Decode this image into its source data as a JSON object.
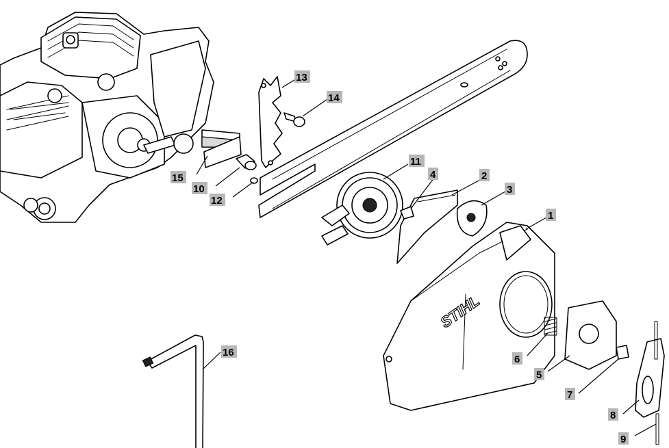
{
  "diagram": {
    "brand_logo": "STIHL",
    "callouts": [
      {
        "id": "c1",
        "label": "1"
      },
      {
        "id": "c2",
        "label": "2"
      },
      {
        "id": "c3",
        "label": "3"
      },
      {
        "id": "c4",
        "label": "4"
      },
      {
        "id": "c5",
        "label": "5"
      },
      {
        "id": "c6",
        "label": "6"
      },
      {
        "id": "c7",
        "label": "7"
      },
      {
        "id": "c8",
        "label": "8"
      },
      {
        "id": "c9",
        "label": "9"
      },
      {
        "id": "c10",
        "label": "10"
      },
      {
        "id": "c11",
        "label": "11"
      },
      {
        "id": "c12",
        "label": "12"
      },
      {
        "id": "c13",
        "label": "13"
      },
      {
        "id": "c14",
        "label": "14"
      },
      {
        "id": "c15",
        "label": "15"
      },
      {
        "id": "c16",
        "label": "16"
      }
    ]
  }
}
